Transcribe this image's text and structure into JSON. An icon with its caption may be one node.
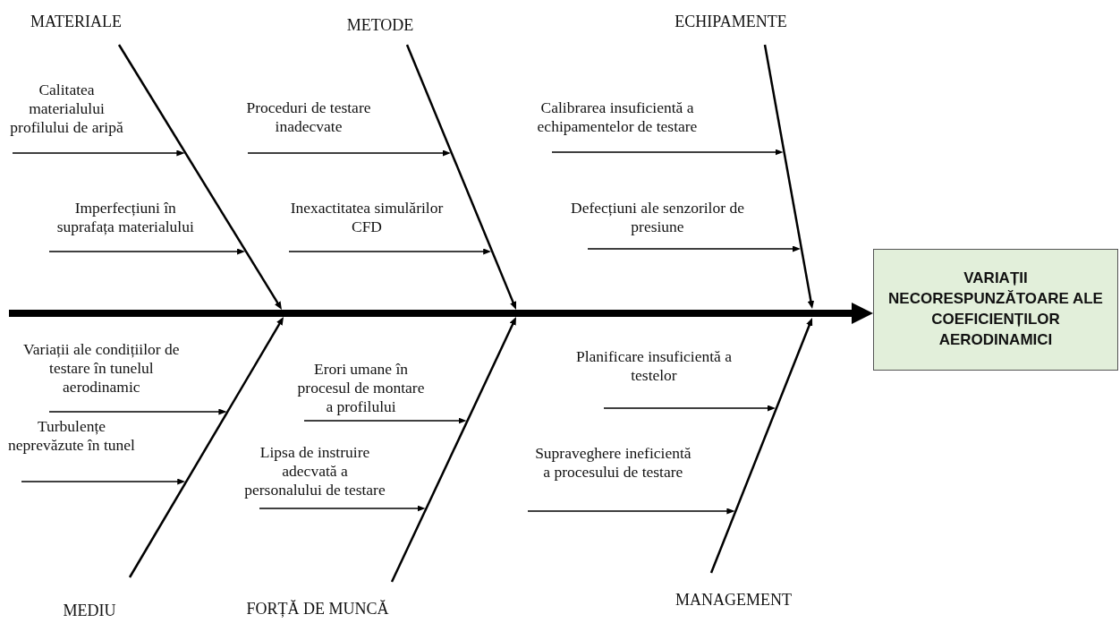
{
  "diagram": {
    "nodes": [
      {
        "text": [
          "MATERIALE"
        ]
      },
      {
        "text": [
          "METODE"
        ]
      },
      {
        "text": [
          "ECHIPAMENTE"
        ]
      },
      {
        "text": [
          "Calitatea materialului profilului de aripă"
        ]
      },
      {
        "text": [
          "Imperfecțiuni în suprafața materialului"
        ]
      },
      {
        "text": [
          "Proceduri de testare inadecvate"
        ]
      },
      {
        "text": [
          "Inexactitatea simulărilor CFD"
        ]
      },
      {
        "text": [
          "Calibrarea insuficientă a echipamentelor de testare"
        ]
      },
      {
        "text": [
          "Defecțiuni ale senzorilor de presiune"
        ]
      },
      {
        "text": [
          "VARIAȚII NECORESPUNZĂTOARE ALE COEFICIENȚILOR AERODINAMICI"
        ]
      },
      {
        "text": [
          "Variații ale condițiilor de testare în tunelul aerodinamic"
        ]
      },
      {
        "text": [
          "Turbulențe neprevăzute în tunel"
        ]
      },
      {
        "text": [
          "Erori umane în procesul de montare a profilului"
        ]
      },
      {
        "text": [
          "Lipsa de instruire adecvată a personalului de testare"
        ]
      },
      {
        "text": [
          "Planificare insuficientă a testelor"
        ]
      },
      {
        "text": [
          "Supraveghere ineficientă a procesului de testare"
        ]
      },
      {
        "text": [
          "MEDIU"
        ]
      },
      {
        "text": [
          "FORȚĂ DE MUNCĂ"
        ]
      },
      {
        "text": [
          "MANAGEMENT"
        ]
      }
    ],
    "edges": [
      {
        "from": null,
        "to": 9,
        "arrow": "to",
        "style": "thick"
      },
      {
        "from": 0,
        "to": null,
        "arrow": "to"
      },
      {
        "from": 1,
        "to": null,
        "arrow": "to"
      },
      {
        "from": 2,
        "to": null,
        "arrow": "to"
      },
      {
        "from": 16,
        "to": null,
        "arrow": "to"
      },
      {
        "from": 17,
        "to": null,
        "arrow": "to"
      },
      {
        "from": 18,
        "to": null,
        "arrow": "to"
      },
      {
        "from": 3,
        "to": null,
        "arrow": "to"
      },
      {
        "from": 4,
        "to": null,
        "arrow": "to"
      },
      {
        "from": 5,
        "to": null,
        "arrow": "to"
      },
      {
        "from": 6,
        "to": null,
        "arrow": "to"
      },
      {
        "from": 7,
        "to": null,
        "arrow": "to"
      },
      {
        "from": 8,
        "to": null,
        "arrow": "to"
      },
      {
        "from": 10,
        "to": null,
        "arrow": "to"
      },
      {
        "from": 11,
        "to": null,
        "arrow": "to"
      },
      {
        "from": 12,
        "to": null,
        "arrow": "to"
      },
      {
        "from": 13,
        "to": null,
        "arrow": "to"
      },
      {
        "from": 14,
        "to": null,
        "arrow": "to"
      },
      {
        "from": 15,
        "to": null,
        "arrow": "to"
      }
    ]
  }
}
